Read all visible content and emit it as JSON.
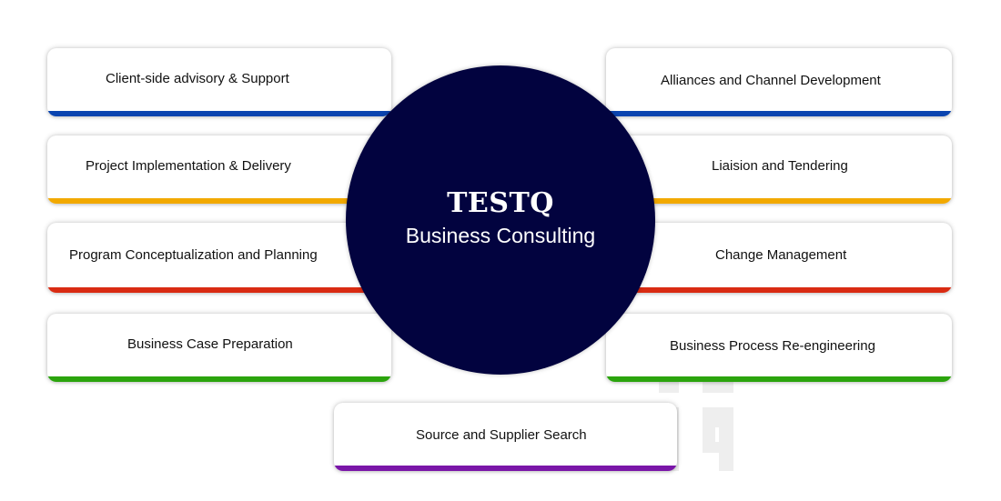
{
  "center": {
    "brand": "TESTQ",
    "subtitle": "Business Consulting",
    "color": "#02033f"
  },
  "services": [
    {
      "label": "Client-side advisory & Support",
      "accent": "#0a44b0"
    },
    {
      "label": "Project Implementation & Delivery",
      "accent": "#f2a900"
    },
    {
      "label": "Program Conceptualization and Planning",
      "accent": "#d92b12"
    },
    {
      "label": "Business Case Preparation",
      "accent": "#2ba40d"
    },
    {
      "label": "Alliances and Channel Development",
      "accent": "#0a44b0"
    },
    {
      "label": "Liaision and Tendering",
      "accent": "#f2a900"
    },
    {
      "label": "Change Management",
      "accent": "#d92b12"
    },
    {
      "label": "Business Process Re-engineering",
      "accent": "#2ba40d"
    },
    {
      "label": "Source and Supplier Search",
      "accent": "#7a16a8"
    }
  ]
}
